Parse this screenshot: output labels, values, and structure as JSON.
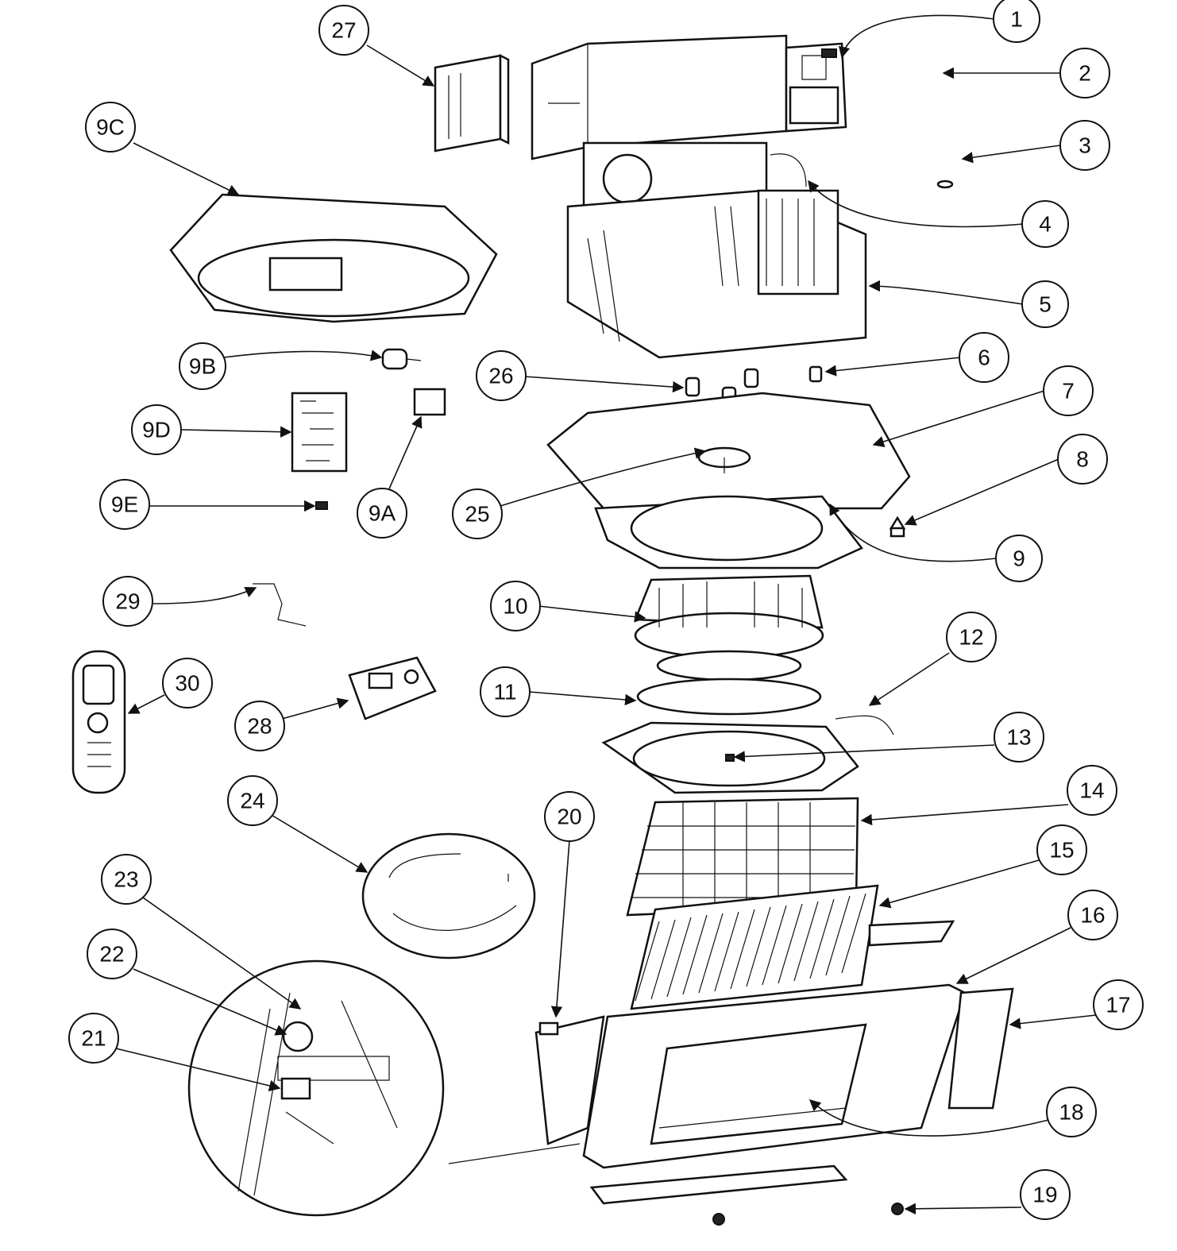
{
  "callouts": {
    "c1": "1",
    "c2": "2",
    "c3": "3",
    "c4": "4",
    "c5": "5",
    "c6": "6",
    "c7": "7",
    "c8": "8",
    "c9": "9",
    "c10": "10",
    "c11": "11",
    "c12": "12",
    "c13": "13",
    "c14": "14",
    "c15": "15",
    "c16": "16",
    "c17": "17",
    "c18": "18",
    "c19": "19",
    "c20": "20",
    "c21": "21",
    "c22": "22",
    "c23": "23",
    "c24": "24",
    "c25": "25",
    "c26": "26",
    "c27": "27",
    "c28": "28",
    "c29": "29",
    "c30": "30",
    "c9a": "9A",
    "c9b": "9B",
    "c9c": "9C",
    "c9d": "9D",
    "c9e": "9E"
  }
}
